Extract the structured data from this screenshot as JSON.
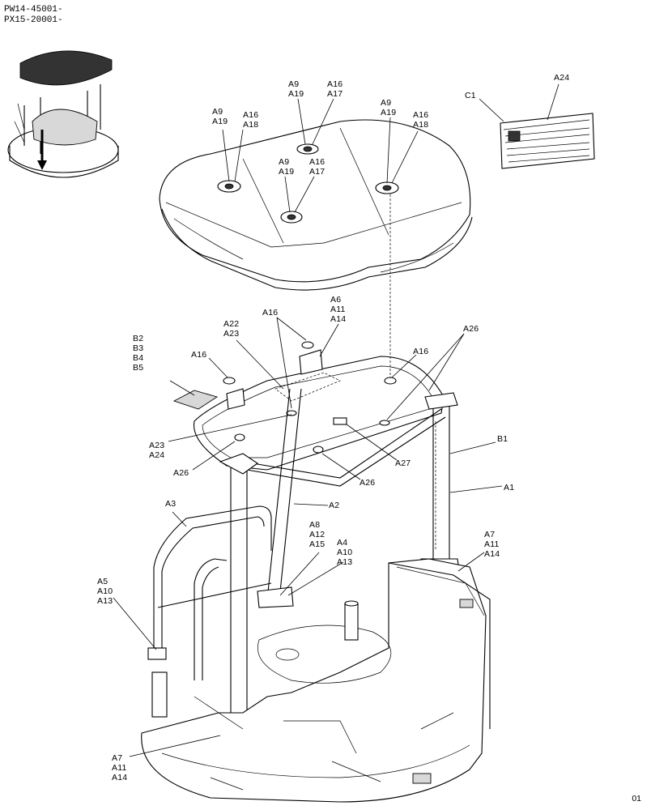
{
  "header": {
    "models": [
      "PW14-45001-",
      "PX15-20001-"
    ]
  },
  "page_number": "01",
  "labels": [
    {
      "id": "lbl-a9-a19-1",
      "lines": [
        "A9",
        "A19"
      ]
    },
    {
      "id": "lbl-a16-a17-1",
      "lines": [
        "A16",
        "A17"
      ]
    },
    {
      "id": "lbl-a9-a19-2",
      "lines": [
        "A9",
        "A19"
      ]
    },
    {
      "id": "lbl-a16-a18-1",
      "lines": [
        "A16",
        "A18"
      ]
    },
    {
      "id": "lbl-a9-a19-3",
      "lines": [
        "A9",
        "A19"
      ]
    },
    {
      "id": "lbl-a16-a18-2",
      "lines": [
        "A16",
        "A18"
      ]
    },
    {
      "id": "lbl-a9-a19-4",
      "lines": [
        "A9",
        "A19"
      ]
    },
    {
      "id": "lbl-a16-a17-2",
      "lines": [
        "A16",
        "A17"
      ]
    },
    {
      "id": "lbl-a24-top",
      "lines": [
        "A24"
      ]
    },
    {
      "id": "lbl-c1",
      "lines": [
        "C1"
      ]
    },
    {
      "id": "lbl-a6-group",
      "lines": [
        "A6",
        "A11",
        "A14"
      ]
    },
    {
      "id": "lbl-a16-1",
      "lines": [
        "A16"
      ]
    },
    {
      "id": "lbl-a22-a23",
      "lines": [
        "A22",
        "A23"
      ]
    },
    {
      "id": "lbl-b2-b5",
      "lines": [
        "B2",
        "B3",
        "B4",
        "B5"
      ]
    },
    {
      "id": "lbl-a16-2",
      "lines": [
        "A16"
      ]
    },
    {
      "id": "lbl-a16-3",
      "lines": [
        "A16"
      ]
    },
    {
      "id": "lbl-a26-1",
      "lines": [
        "A26"
      ]
    },
    {
      "id": "lbl-a23-a24",
      "lines": [
        "A23",
        "A24"
      ]
    },
    {
      "id": "lbl-a26-2",
      "lines": [
        "A26"
      ]
    },
    {
      "id": "lbl-b1",
      "lines": [
        "B1"
      ]
    },
    {
      "id": "lbl-a27",
      "lines": [
        "A27"
      ]
    },
    {
      "id": "lbl-a26-3",
      "lines": [
        "A26"
      ]
    },
    {
      "id": "lbl-a1",
      "lines": [
        "A1"
      ]
    },
    {
      "id": "lbl-a3",
      "lines": [
        "A3"
      ]
    },
    {
      "id": "lbl-a2",
      "lines": [
        "A2"
      ]
    },
    {
      "id": "lbl-a8-group",
      "lines": [
        "A8",
        "A12",
        "A15"
      ]
    },
    {
      "id": "lbl-a4-group",
      "lines": [
        "A4",
        "A10",
        "A13"
      ]
    },
    {
      "id": "lbl-a7-group-1",
      "lines": [
        "A7",
        "A11",
        "A14"
      ]
    },
    {
      "id": "lbl-a5-group",
      "lines": [
        "A5",
        "A10",
        "A13"
      ]
    },
    {
      "id": "lbl-a7-group-2",
      "lines": [
        "A7",
        "A11",
        "A14"
      ]
    }
  ]
}
